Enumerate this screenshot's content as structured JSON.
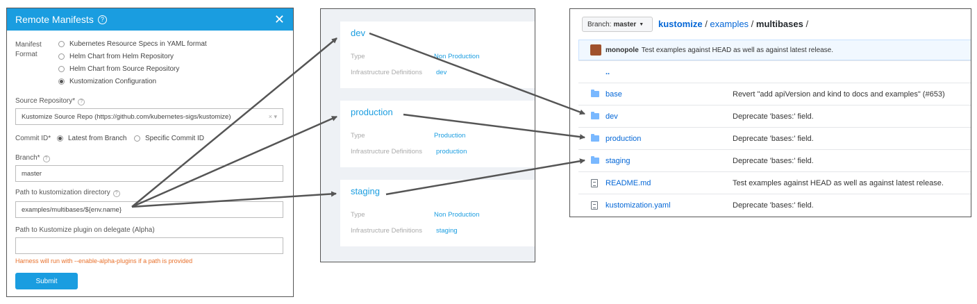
{
  "dialog": {
    "title": "Remote Manifests",
    "help_glyph": "?",
    "close_glyph": "✕",
    "manifest_format_label": [
      "Manifest",
      "Format"
    ],
    "formats": [
      {
        "label": "Kubernetes Resource Specs in YAML format",
        "selected": false
      },
      {
        "label": "Helm Chart from Helm Repository",
        "selected": false
      },
      {
        "label": "Helm Chart from Source Repository",
        "selected": false
      },
      {
        "label": "Kustomization Configuration",
        "selected": true
      }
    ],
    "source_repo_label": "Source Repository*",
    "source_repo_value": "Kustomize Source Repo (https://github.com/kubernetes-sigs/kustomize)",
    "source_repo_controls": "× ▾",
    "commit_id_label": "Commit ID*",
    "commit_options": [
      {
        "label": "Latest from Branch",
        "selected": true
      },
      {
        "label": "Specific Commit ID",
        "selected": false
      }
    ],
    "branch_label": "Branch*",
    "branch_value": "master",
    "path_label": "Path to kustomization directory",
    "path_value": "examples/multibases/${env.name}",
    "plugin_label": "Path to Kustomize plugin on delegate (Alpha)",
    "plugin_value": "",
    "hint": "Harness will run with --enable-alpha-plugins if a path is provided",
    "submit_label": "Submit"
  },
  "environments": {
    "type_label": "Type",
    "infra_label": "Infrastructure Definitions",
    "cards": [
      {
        "name": "dev",
        "type": "Non Production",
        "infra": "dev"
      },
      {
        "name": "production",
        "type": "Production",
        "infra": "production"
      },
      {
        "name": "staging",
        "type": "Non Production",
        "infra": "staging"
      }
    ]
  },
  "github": {
    "branch_prefix": "Branch:",
    "branch": "master",
    "crumbs": {
      "repo": "kustomize",
      "sep1": " / ",
      "dir": "examples",
      "sep2": " / ",
      "current": "multibases",
      "sep3": " /"
    },
    "commit_author": "monopole",
    "commit_message": "Test examples against HEAD as well as against latest release.",
    "parent_dir": "..",
    "files": [
      {
        "name": "base",
        "kind": "folder",
        "message": "Revert \"add apiVersion and kind to docs and examples\" (#653)"
      },
      {
        "name": "dev",
        "kind": "folder",
        "message": "Deprecate 'bases:' field."
      },
      {
        "name": "production",
        "kind": "folder",
        "message": "Deprecate 'bases:' field."
      },
      {
        "name": "staging",
        "kind": "folder",
        "message": "Deprecate 'bases:' field."
      },
      {
        "name": "README.md",
        "kind": "file",
        "message": "Test examples against HEAD as well as against latest release."
      },
      {
        "name": "kustomization.yaml",
        "kind": "file",
        "message": "Deprecate 'bases:' field."
      }
    ]
  },
  "colors": {
    "accent": "#1a9de0",
    "link": "#0366d6",
    "warning": "#e8712c",
    "arrow": "#555555"
  }
}
